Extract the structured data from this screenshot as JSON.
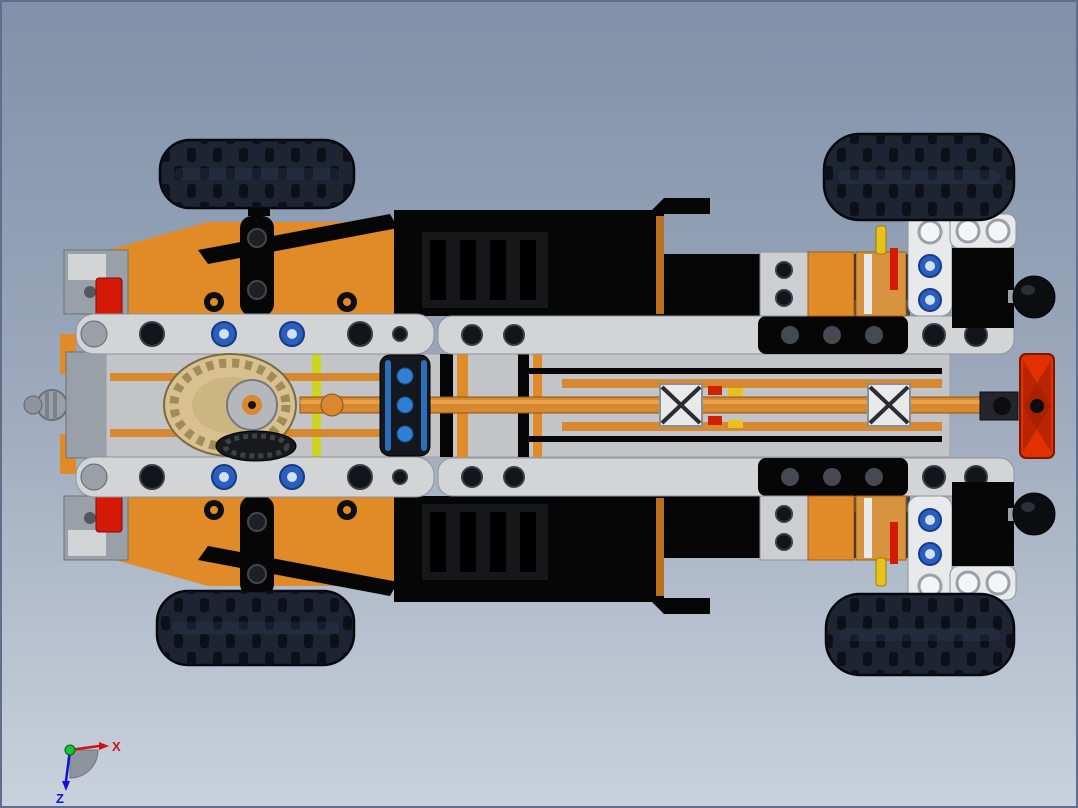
{
  "viewport": {
    "background_top": "#8091a9",
    "background_mid": "#9aa7ba",
    "background_bottom": "#c9d1dc",
    "border_color": "#5f6e8a"
  },
  "axis_triad": {
    "x_label": "X",
    "z_label": "Z",
    "x_color": "#d41111",
    "z_color": "#1111d4",
    "origin_color": "#12c832",
    "sector_color": "#8d939c"
  },
  "model": {
    "description": "LEGO Technic wheeled loader 3D model, top orthographic view in CAD viewport",
    "colors": {
      "tire_base": "#1d2533",
      "tire_tread": "#0d1017",
      "tire_highlight": "#31405c",
      "chassis_black": "#060607",
      "panel_orange": "#e08a28",
      "panel_orange_dark": "#b96f1e",
      "beam_gray": "#d2d4d6",
      "beam_gray_dark": "#9aa0a8",
      "plate_gray": "#c2c4c7",
      "accent_red": "#d41a07",
      "hitch_red": "#e23000",
      "pin_blue": "#2a5fc0",
      "wheel_blue": "#2f7fd6",
      "gear_tan": "#d9c18f",
      "axle_orange": "#d8882e",
      "accent_yellow": "#e8c21a",
      "accent_lime": "#cfd420",
      "metal_gray": "#aab0b8",
      "white_beam": "#e8e9ea"
    }
  }
}
